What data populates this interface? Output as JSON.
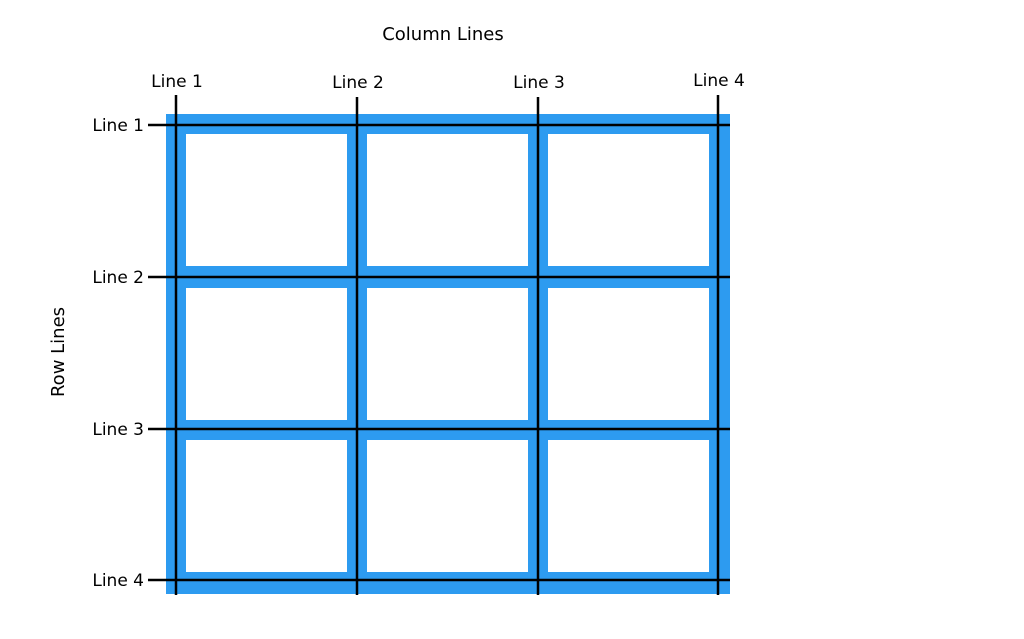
{
  "column_lines": {
    "title": "Column Lines",
    "labels": [
      "Line 1",
      "Line 2",
      "Line 3",
      "Line 4"
    ]
  },
  "row_lines": {
    "title": "Row Lines",
    "labels": [
      "Line 1",
      "Line 2",
      "Line 3",
      "Line 4"
    ]
  },
  "grid": {
    "rows": 3,
    "columns": 3,
    "track_color": "#2d9bf0",
    "cell_color": "#ffffff",
    "line_color": "#000000"
  }
}
